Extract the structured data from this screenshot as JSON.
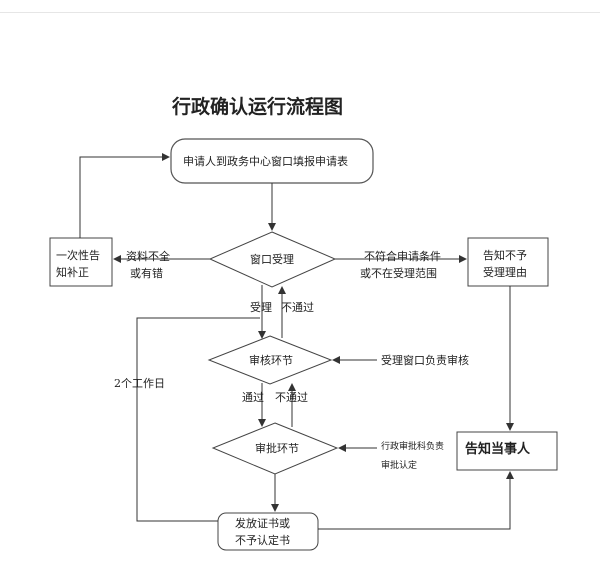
{
  "title": "行政确认运行流程图",
  "nodes": {
    "apply": "申请人到政务中心窗口填报申请表",
    "window_accept": "窗口受理",
    "once_notice": [
      "一次性告",
      "知补正"
    ],
    "refuse_notice": [
      "告知不予",
      "受理理由"
    ],
    "review": "审核环节",
    "approve": "审批环节",
    "notify_party": "告知当事人",
    "issue": [
      "发放证书或",
      "不予认定书"
    ]
  },
  "edge_labels": {
    "incomplete": [
      "资料不全",
      "或有错"
    ],
    "not_eligible": [
      "不符合申请条件",
      "或不在受理范围"
    ],
    "accepted": "受理",
    "rejected_1": "不通过",
    "review_by": "受理窗口负责审核",
    "passed": "通过",
    "rejected_2": "不通过",
    "approve_by": [
      "行政审批科负责",
      "审批认定"
    ],
    "two_days": "2个工作日"
  }
}
